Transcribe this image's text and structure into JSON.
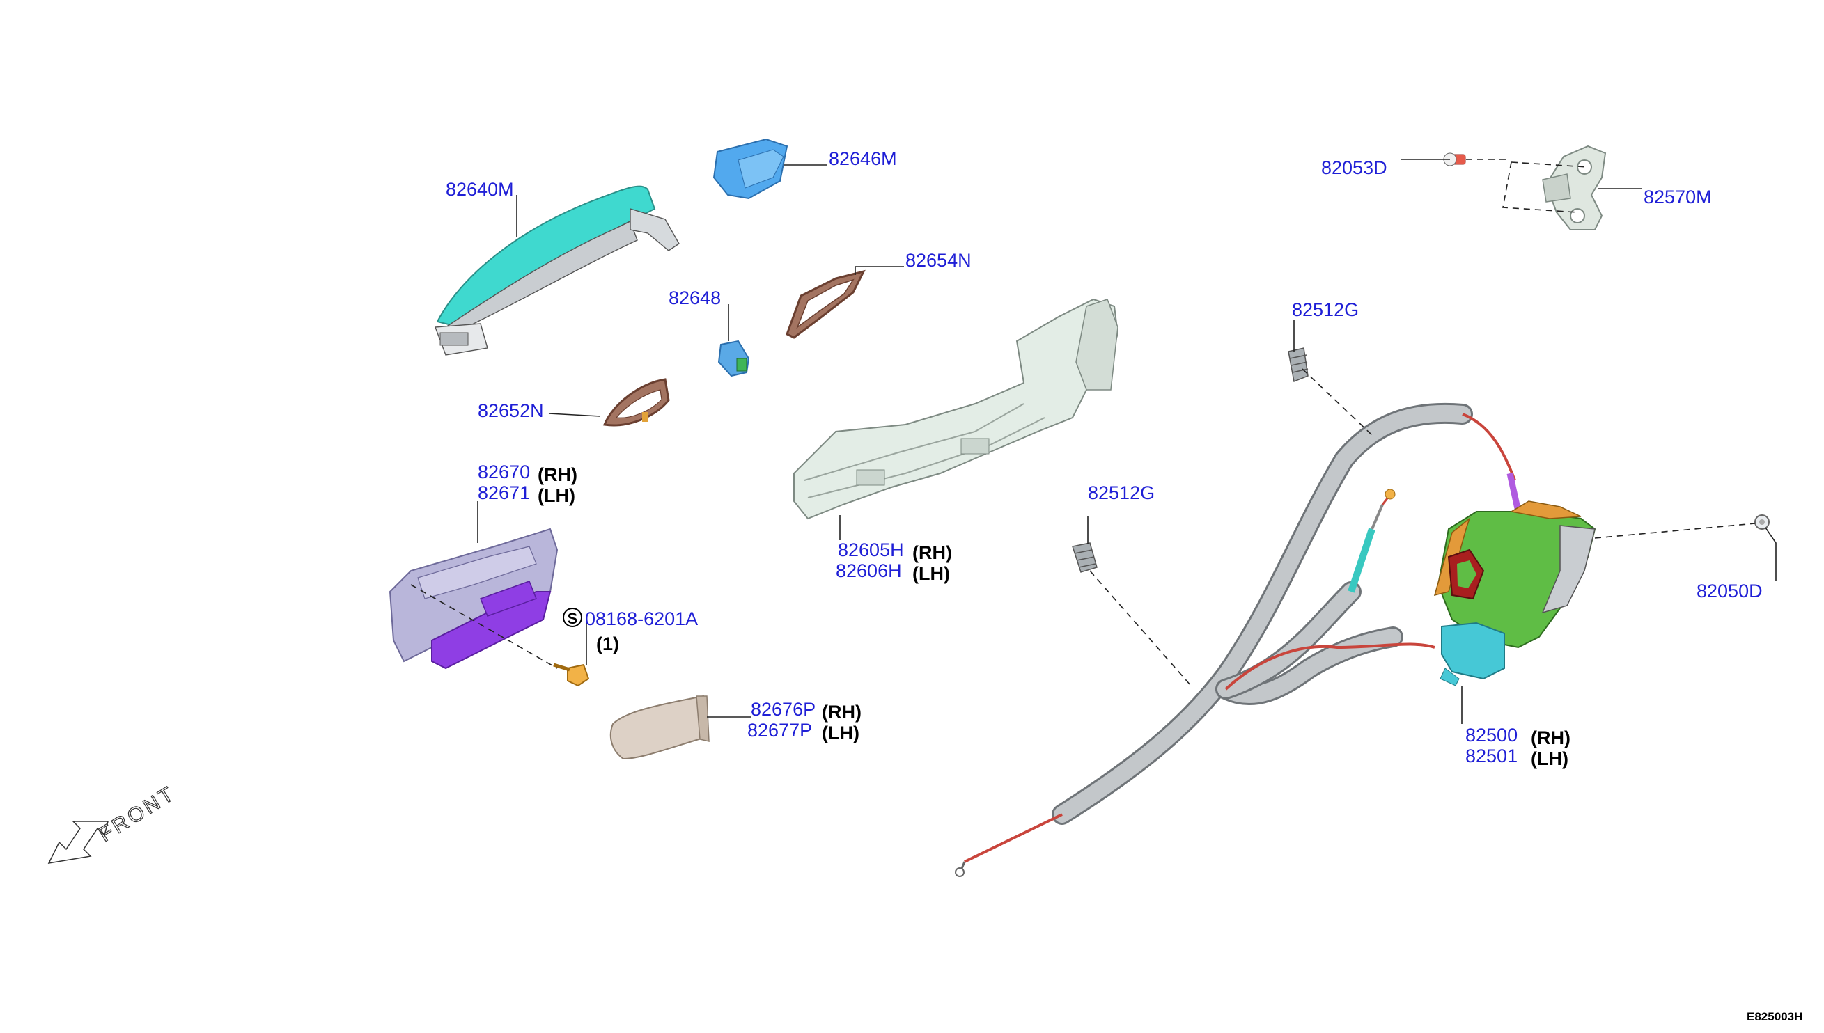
{
  "diagram": {
    "direction_label": "FRONT",
    "figure_code": "E825003H",
    "screw_symbol": "S",
    "parts": {
      "p82640M": "82640M",
      "p82646M": "82646M",
      "p82654N": "82654N",
      "p82648": "82648",
      "p82652N": "82652N",
      "p82670": "82670",
      "p82670_side": "(RH)",
      "p82671": "82671",
      "p82671_side": "(LH)",
      "p08168": "08168-6201A",
      "p08168_qty": "(1)",
      "p82676P": "82676P",
      "p82676P_side": "(RH)",
      "p82677P": "82677P",
      "p82677P_side": "(LH)",
      "p82605H": "82605H",
      "p82605H_side": "(RH)",
      "p82606H": "82606H",
      "p82606H_side": "(LH)",
      "p82053D": "82053D",
      "p82570M": "82570M",
      "p82512G_a": "82512G",
      "p82512G_b": "82512G",
      "p82050D": "82050D",
      "p82500": "82500",
      "p82500_side": "(RH)",
      "p82501": "82501",
      "p82501_side": "(LH)"
    }
  }
}
